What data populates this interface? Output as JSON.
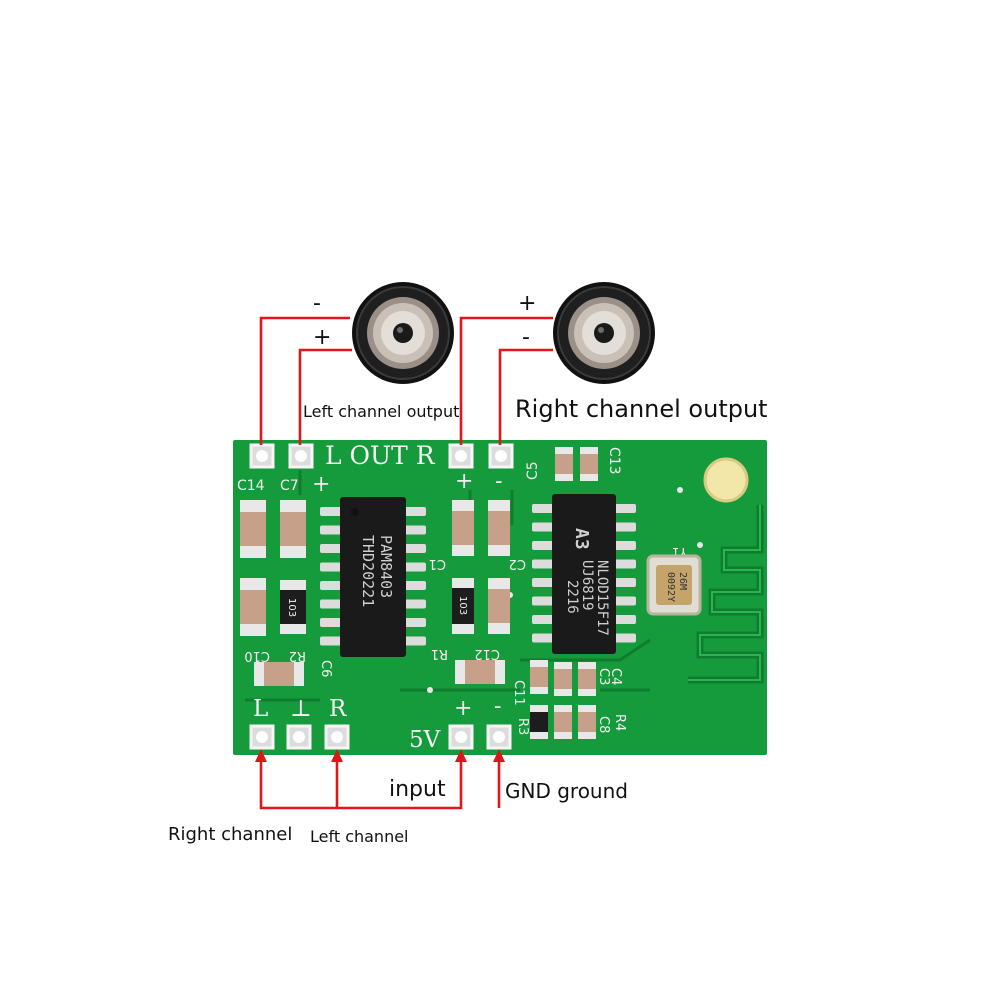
{
  "labels": {
    "left_output": "Left channel output",
    "right_output": "Right channel output",
    "input": "input",
    "gnd": "GND ground",
    "right_channel": "Right channel",
    "left_channel": "Left channel"
  },
  "polarity": {
    "left_top": "-",
    "left_bottom": "+",
    "right_top": "+",
    "right_bottom": "-"
  },
  "board": {
    "out_header": "L OUT R",
    "plus_left": "+",
    "plus_mid": "+",
    "minus_mid": "-",
    "in_L": "L",
    "in_GND": "⊥",
    "in_R": "R",
    "in_5V": "5V",
    "in_plus": "+",
    "in_minus": "-",
    "chip1_line1": "PAM8403",
    "chip1_line2": "THD20221",
    "chip2_logo": "A3",
    "chip2_line1": "NLOD15F17",
    "chip2_line2": "UJ6819",
    "chip2_line3": "2216",
    "crystal_label": "26M",
    "crystal_label2": "0092Y",
    "ref_C14": "C14",
    "ref_C7": "C7",
    "ref_C5": "C5",
    "ref_C13": "C13",
    "ref_C1": "C1",
    "ref_C2": "C2",
    "ref_R1": "R1",
    "ref_C12": "C12",
    "ref_C10": "C10",
    "ref_R2": "R2",
    "ref_C6": "C6",
    "ref_C3": "C3",
    "ref_C4": "C4",
    "ref_C11": "C11",
    "ref_R3": "R3",
    "ref_C8": "C8",
    "ref_R4": "R4",
    "ref_Y1": "Y1",
    "res_code": "103",
    "res_code2": "103"
  },
  "colors": {
    "pcb": "#169b3c",
    "pcb_dark": "#0f7d2e",
    "wire": "#e0161b",
    "chip": "#1a1a1a",
    "pad": "#d9d9d9"
  }
}
